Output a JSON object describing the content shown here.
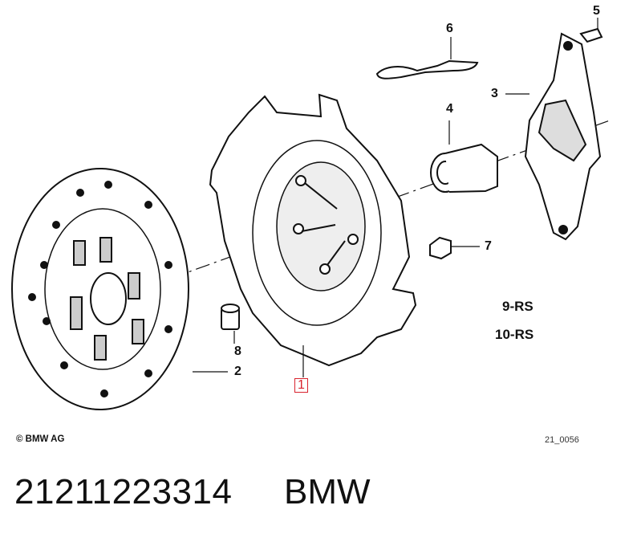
{
  "diagram": {
    "callouts": [
      {
        "id": "1",
        "label": "1",
        "highlighted": true
      },
      {
        "id": "2",
        "label": "2"
      },
      {
        "id": "3",
        "label": "3"
      },
      {
        "id": "4",
        "label": "4"
      },
      {
        "id": "5",
        "label": "5"
      },
      {
        "id": "6",
        "label": "6"
      },
      {
        "id": "7",
        "label": "7"
      },
      {
        "id": "8",
        "label": "8"
      }
    ],
    "variant_labels": [
      "9-RS",
      "10-RS"
    ],
    "copyright": "© BMW AG",
    "figure_id": "21_0056",
    "highlight_color": "#d9232e"
  },
  "caption": {
    "part_number": "21211223314",
    "brand": "BMW"
  }
}
